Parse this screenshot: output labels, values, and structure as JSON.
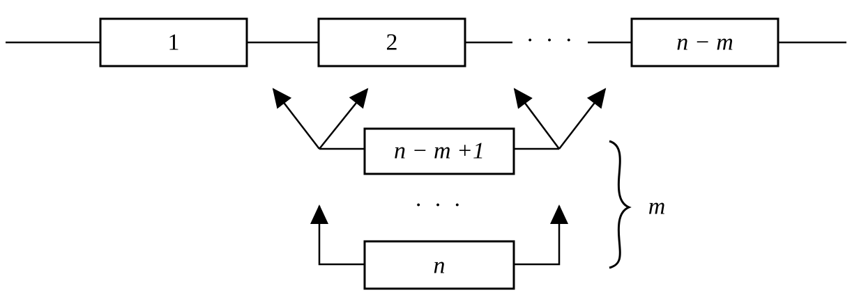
{
  "blocks": {
    "block_1": "1",
    "block_2": "2",
    "block_n_minus_m": "n − m",
    "block_n_minus_m_plus_1": "n − m +1",
    "block_n": "n"
  },
  "ellipsis": {
    "series": "· · ·",
    "standby": "· · ·"
  },
  "brace_label": "m",
  "colors": {
    "line": "#000000",
    "background": "#ffffff"
  }
}
